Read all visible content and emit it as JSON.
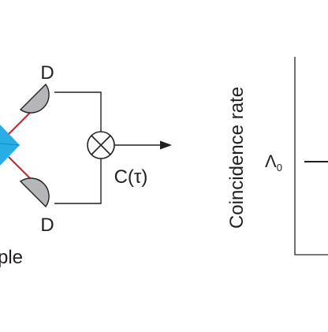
{
  "detector_top": {
    "label": "D"
  },
  "detector_bottom": {
    "label": "D"
  },
  "output": {
    "label": "C(τ)"
  },
  "source": {
    "label": "ple"
  },
  "graph": {
    "ylabel": "Coincidence rate",
    "level": {
      "symbol": "Λ",
      "subscript": "0"
    }
  },
  "colors": {
    "beam": "#d7262b",
    "splitter": "#28aee4",
    "detector": "#b5b6b8",
    "line": "#231f20"
  },
  "icons": {
    "correlator": "circle-times-icon",
    "arrow": "arrow-right-icon"
  }
}
